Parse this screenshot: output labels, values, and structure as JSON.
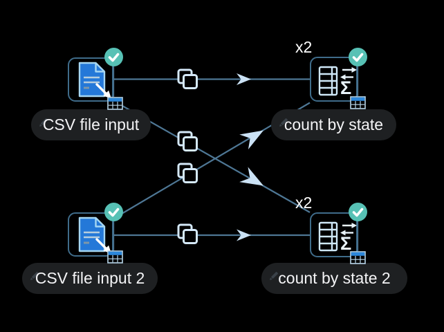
{
  "workflow": {
    "nodes": [
      {
        "label": "CSV file input",
        "type": "csv-file-input",
        "status": "success"
      },
      {
        "label": "count by state",
        "type": "aggregate",
        "status": "success",
        "multiplicity": "x2"
      },
      {
        "label": "CSV file input 2",
        "type": "csv-file-input",
        "status": "success"
      },
      {
        "label": "count by state 2",
        "type": "aggregate",
        "status": "success",
        "multiplicity": "x2"
      }
    ],
    "connections": [
      {
        "from": "CSV file input",
        "to": "count by state"
      },
      {
        "from": "CSV file input",
        "to": "count by state 2"
      },
      {
        "from": "CSV file input 2",
        "to": "count by state"
      },
      {
        "from": "CSV file input 2",
        "to": "count by state 2"
      }
    ]
  },
  "icons": {
    "sigma": "Σ"
  },
  "colors": {
    "background": "#000000",
    "node_border": "#3f6c8a",
    "edge": "#4e7795",
    "copy_icon_stroke": "#d5e9f9",
    "arrowhead": "#cbe2f5",
    "check_badge": "#57c1b5",
    "doc_blue": "#2478d8",
    "doc_outline": "#a5d6f2",
    "port_header_blue": "#2c87da",
    "port_outline": "#b9d8ec",
    "aggregate_outline": "#cfe8f8",
    "aggregate_glyph": "#e9f4fc",
    "label_pill_bg": "#1e2022",
    "label_text": "#f4f4f6",
    "multiplicity_text": "#ffffff",
    "pencil": "#3a4148"
  }
}
